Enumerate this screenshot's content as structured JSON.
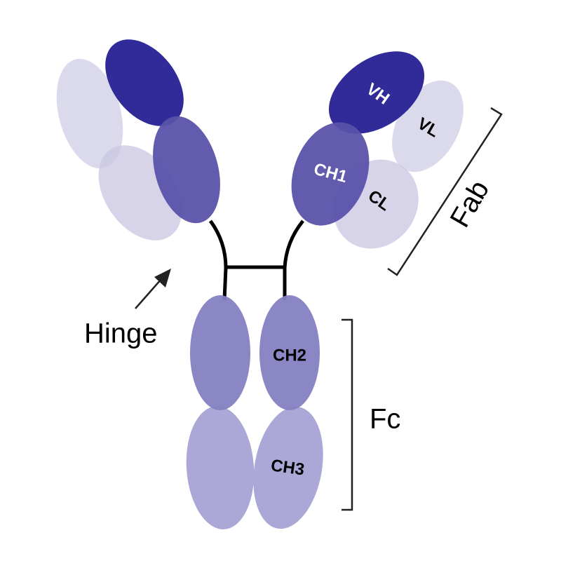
{
  "colors": {
    "vh": "#312A99",
    "ch1": "#5A52AA",
    "light": "#D7D5EA",
    "ch2": "#857FC1",
    "ch3": "#ABA8D7"
  },
  "domains": {
    "vh": "VH",
    "vl": "VL",
    "ch1": "CH1",
    "cl": "CL",
    "ch2": "CH2",
    "ch3": "CH3"
  },
  "regions": {
    "hinge": "Hinge",
    "fab": "Fab",
    "fc": "Fc"
  }
}
